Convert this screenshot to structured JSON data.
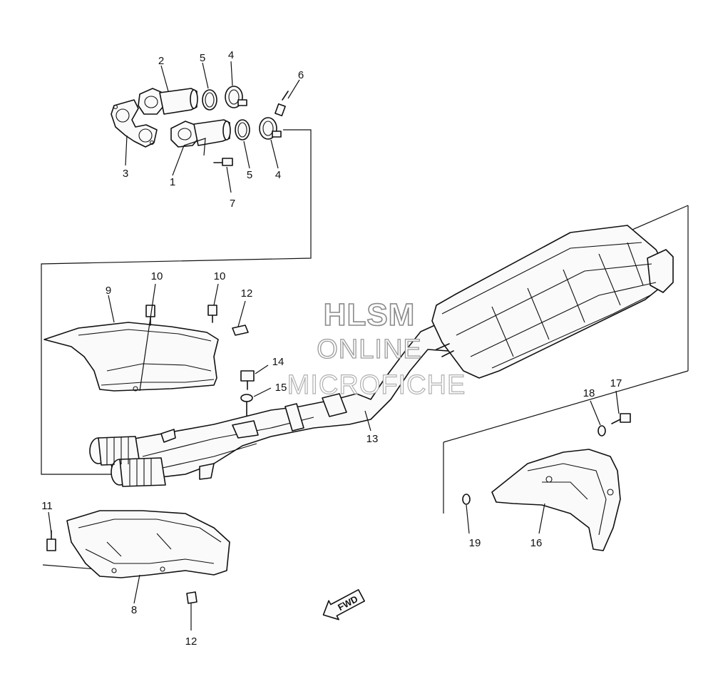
{
  "watermark": {
    "line1": "HLSM",
    "line2": "ONLINE",
    "line3": "MICROFICHE"
  },
  "direction_badge": "FWD",
  "callouts": {
    "c1": "1",
    "c2": "2",
    "c3": "3",
    "c4a": "4",
    "c4b": "4",
    "c5a": "5",
    "c5b": "5",
    "c6": "6",
    "c7": "7",
    "c8": "8",
    "c9": "9",
    "c10a": "10",
    "c10b": "10",
    "c11": "11",
    "c12a": "12",
    "c12b": "12",
    "c13": "13",
    "c14": "14",
    "c15": "15",
    "c16": "16",
    "c17": "17",
    "c18": "18",
    "c19": "19"
  }
}
